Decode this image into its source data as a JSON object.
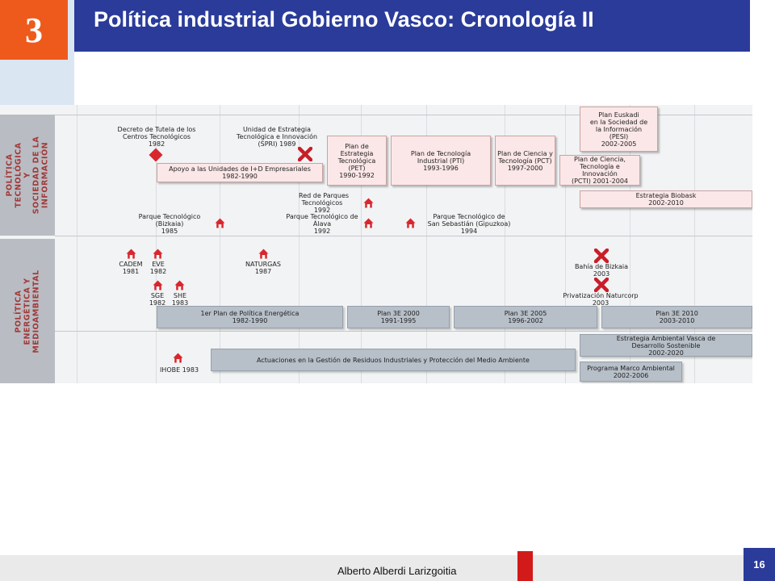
{
  "header": {
    "section_number": "3",
    "title": "Política industrial Gobierno Vasco: Cronología II"
  },
  "bands": {
    "top": [
      "POLÍTICA",
      "TECNOLÓGICA",
      "Y",
      "SOCIEDAD DE LA",
      "INFORMACIÓN"
    ],
    "bottom": [
      "POLÍTICA",
      "ENERGÉTICA Y",
      "MEDIOAMBIENTAL"
    ]
  },
  "labels": {
    "decreto": [
      "Decreto de Tutela de los",
      "Centros Tecnológicos",
      "1982"
    ],
    "spri": [
      "Unidad de Estrategia",
      "Tecnológica e Innovación",
      "(SPRI) 1989"
    ],
    "red_parques": [
      "Red de Parques",
      "Tecnológicos",
      "1992"
    ],
    "pt_bizkaia": [
      "Parque Tecnológico",
      "(Bizkaia)",
      "1985"
    ],
    "pt_alava": [
      "Parque Tecnológico de",
      "Álava",
      "1992"
    ],
    "pt_gipuzkoa": [
      "Parque Tecnológico de",
      "San Sebastián (Gipuzkoa)",
      "1994"
    ],
    "cadem": [
      "CADEM",
      "1981"
    ],
    "eve": [
      "EVE",
      "1982"
    ],
    "sge": [
      "SGE",
      "1982"
    ],
    "she": [
      "SHE",
      "1983"
    ],
    "naturgas": [
      "NATURGAS",
      "1987"
    ],
    "bahia": [
      "Bahía de Bizkaia",
      "2003"
    ],
    "privatizacion": [
      "Privatización Naturcorp",
      "2003"
    ],
    "ihobe": "IHOBE 1983"
  },
  "boxes": {
    "apoyo": [
      "Apoyo a las Unidades de I+D Empresariales",
      "1982-1990"
    ],
    "pet": [
      "Plan de",
      "Estrategia",
      "Tecnológica",
      "(PET)",
      "1990-1992"
    ],
    "pti": [
      "Plan de Tecnología",
      "Industrial (PTI)",
      "1993-1996"
    ],
    "pct": [
      "Plan de Ciencia y",
      "Tecnología (PCT)",
      "1997-2000"
    ],
    "pcti": [
      "Plan de Ciencia,",
      "Tecnología e",
      "Innovación",
      "(PCTI) 2001-2004"
    ],
    "pesi": [
      "Plan Euskadi",
      "en la Sociedad de",
      "la Información",
      "(PESI)",
      "2002-2005"
    ],
    "biobask": [
      "Estrategia Biobask",
      "2002-2010"
    ],
    "plan_energetica": [
      "1er Plan de Política Energética",
      "1982-1990"
    ],
    "plan3e2000": [
      "Plan 3E 2000",
      "1991-1995"
    ],
    "plan3e2005": [
      "Plan 3E 2005",
      "1996-2002"
    ],
    "plan3e2010": [
      "Plan 3E 2010",
      "2003-2010"
    ],
    "actuaciones": "Actuaciones en la Gestión de Residuos Industriales y Protección del Medio Ambiente",
    "estrategia_ambiental": [
      "Estrategia Ambiental Vasca de",
      "Desarrollo Sostenible",
      "2002-2020"
    ],
    "programa_marco": [
      "Programa Marco Ambiental",
      "2002-2006"
    ]
  },
  "footer": {
    "author": "Alberto Alberdi Larizgoitia",
    "page": "16"
  },
  "colors": {
    "header_blue": "#2b3b9a",
    "badge_orange": "#ee5a1c",
    "marker_red": "#d8272d",
    "band_label_red": "#a23a3a",
    "pink_box": "#fbe7e7",
    "grey_box": "#b7bfc8"
  },
  "icons": [
    "house-marker-icon",
    "cross-marker-icon",
    "diamond-marker-icon"
  ]
}
